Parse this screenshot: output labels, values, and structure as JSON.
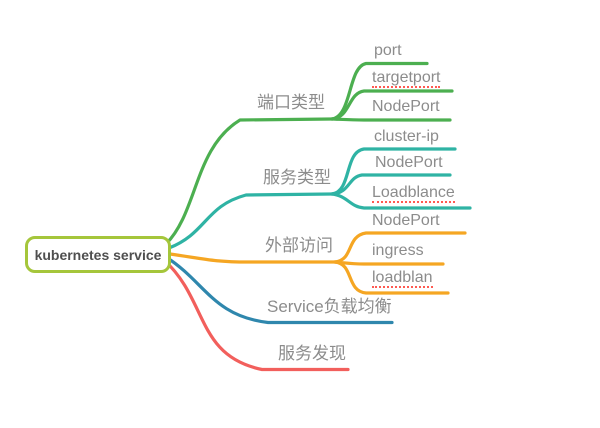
{
  "root": {
    "label": "kubernetes service"
  },
  "branches": [
    {
      "label": "端口类型",
      "color": "#4caf50",
      "children": [
        {
          "label": "port",
          "misspelled": false
        },
        {
          "label": "targetport",
          "misspelled": true
        },
        {
          "label": "NodePort",
          "misspelled": false
        }
      ]
    },
    {
      "label": "服务类型",
      "color": "#2fb3a4",
      "children": [
        {
          "label": "cluster-ip",
          "misspelled": false
        },
        {
          "label": "NodePort",
          "misspelled": false
        },
        {
          "label": "Loadblance",
          "misspelled": true
        }
      ]
    },
    {
      "label": "外部访问",
      "color": "#f5a623",
      "children": [
        {
          "label": "NodePort",
          "misspelled": false
        },
        {
          "label": "ingress",
          "misspelled": false
        },
        {
          "label": "loadblan",
          "misspelled": true
        }
      ]
    },
    {
      "label": "Service负载均衡",
      "color": "#2f87ad",
      "children": []
    },
    {
      "label": "服务发现",
      "color": "#f25f5c",
      "children": []
    }
  ],
  "colors": {
    "root_border": "#a5c63b",
    "root_text": "#4f4f4f",
    "label_text": "#8c8c8c",
    "misspell_underline": "#ff5a52",
    "branch_port_type": "#4caf50",
    "branch_service_type": "#2fb3a4",
    "branch_external_access": "#f5a623",
    "branch_load_balancing": "#2f87ad",
    "branch_service_discovery": "#f25f5c"
  }
}
